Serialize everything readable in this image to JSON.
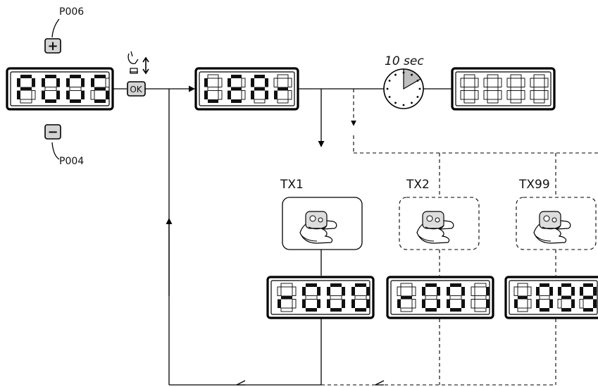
{
  "displays": {
    "main": "P005",
    "plus_target": "P006",
    "minus_target": "P004",
    "clear": "CLEAr",
    "timeout": "",
    "tx1_code": "r000",
    "tx2_code": "r001",
    "tx99_code": "r099"
  },
  "labels": {
    "plus": "+",
    "minus": "−",
    "ok": "OK",
    "timer": "10 sec",
    "tx1": "TX1",
    "tx2": "TX2",
    "tx99": "TX99"
  },
  "icons": [
    "plus-key-icon",
    "minus-key-icon",
    "ok-key-icon",
    "finger-press-icon",
    "timer-clock-icon",
    "remote-hand-icon"
  ]
}
